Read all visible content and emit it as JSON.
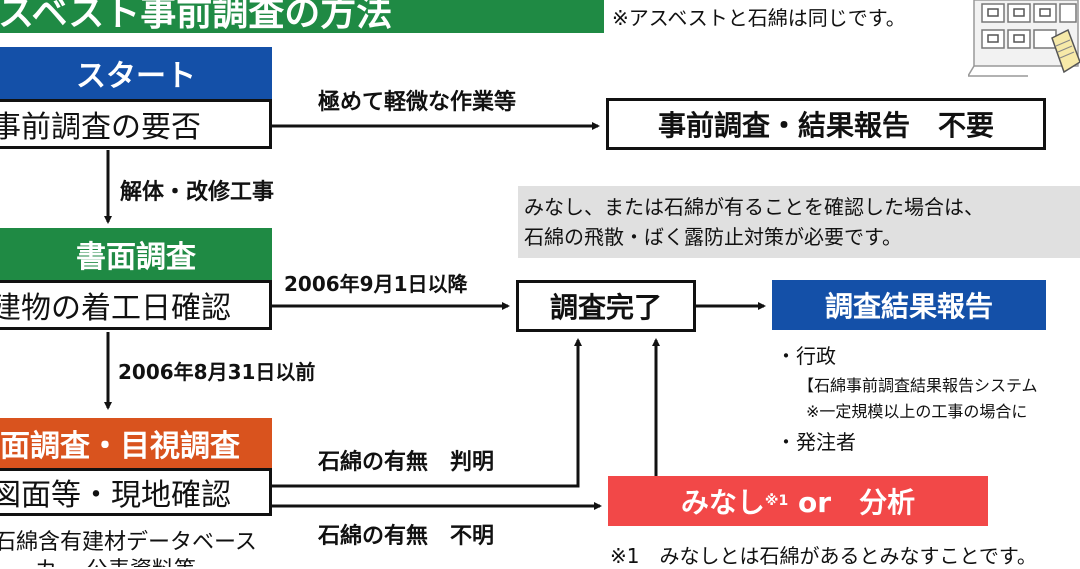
{
  "title": "アスベスト事前調査の方法",
  "note_top": "※アスベストと石綿は同じです。",
  "start": {
    "header": "スタート",
    "box": "事前調査の要否"
  },
  "trivial": {
    "label": "極めて軽微な作業等",
    "box": "事前調査・結果報告　不要"
  },
  "demolition_label": "解体・改修工事",
  "document_survey": {
    "header": "書面調査",
    "box": "建物の着工日確認"
  },
  "after_date": "2006年9月1日以降",
  "before_date": "2006年8月31日以前",
  "survey_complete": "調査完了",
  "report": {
    "header": "調査結果報告",
    "items": [
      "・行政",
      "【石綿事前調査結果報告システム",
      "※一定規模以上の工事の場合に",
      "・発注者"
    ]
  },
  "notice": [
    "みなし、または石綿が有ることを確認した場合は、",
    "石綿の飛散・ばく露防止対策が必要です。"
  ],
  "visual_survey": {
    "header": "書面調査・目視調査",
    "box": "図面等・現地確認",
    "sub": [
      "石綿含有建材データベース",
      "ー カー 公表資料等"
    ]
  },
  "asbestos_known": "石綿の有無　判明",
  "asbestos_unknown": "石綿の有無　不明",
  "deemed": {
    "main": "みなし",
    "sup": "※1",
    "rest": " or　分析"
  },
  "footnote": "※1　みなしとは石綿があるとみなすことです。",
  "colors": {
    "green": "#1f8a44",
    "blue": "#1450a8",
    "orange": "#d9531e",
    "red": "#f24848",
    "notice_bg": "#e0e0e0"
  }
}
